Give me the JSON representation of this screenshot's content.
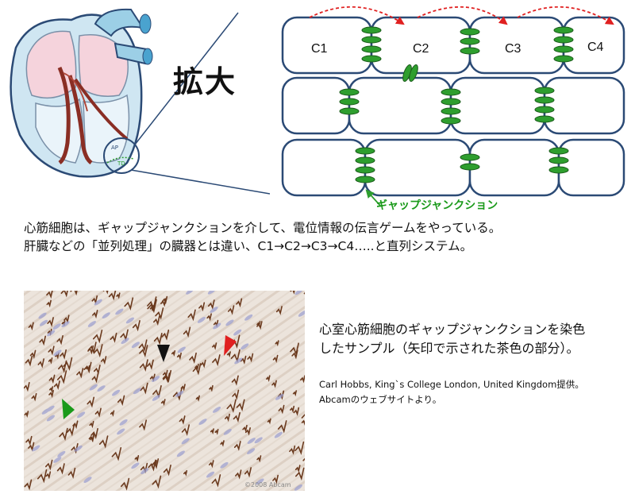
{
  "zoom_label": "拡大",
  "heart": {
    "label_a": "AP",
    "label_b": "TD"
  },
  "cells": {
    "labels": [
      "C1",
      "C2",
      "C3",
      "C4"
    ]
  },
  "gap_junction_label": "ギャップジャンクション",
  "description": {
    "line1": "心筋細胞は、ギャップジャンクションを介して、電位情報の伝言ゲームをやっている。",
    "line2": "肝臓などの「並列処理」の臓器とは違い、C1→C2→C3→C4…..と直列システム。"
  },
  "stain_caption": {
    "line1": "心室心筋細胞のギャップジャンクションを染色",
    "line2": "したサンプル（矢印で示された茶色の部分）。"
  },
  "credit": {
    "line1": "Carl Hobbs, King`s College London, United Kingdom提供。",
    "line2": "Abcamのウェブサイトより。"
  },
  "watermark": "©2008 Abcam",
  "colors": {
    "cell_stroke": "#2b4a75",
    "junction_fill": "#2e9e2e",
    "arrow_red": "#e02020",
    "stain_brown": "#6b3a1e",
    "heart_blue": "#cfe6f2"
  }
}
